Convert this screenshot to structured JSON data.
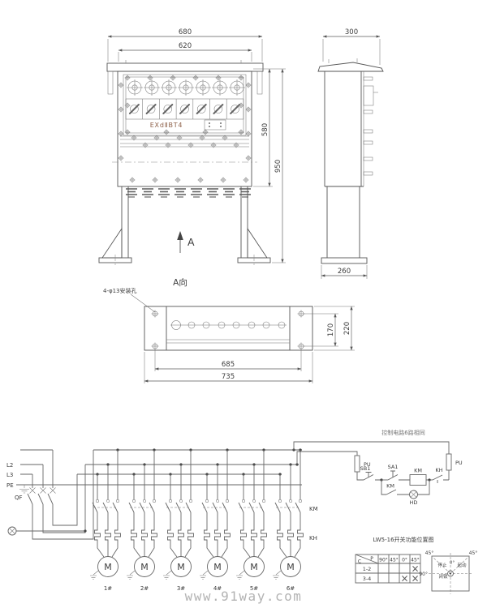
{
  "watermark": "www.91way.com",
  "front_view": {
    "dim_overall_width": "680",
    "dim_inner_width": "620",
    "dim_box_height": "580",
    "dim_overall_height": "950",
    "ex_marking": "EXdⅡBT4",
    "section_arrow": "A",
    "view_caption": "A向"
  },
  "side_view": {
    "dim_depth": "300",
    "dim_base": "260"
  },
  "bottom_view": {
    "hole_note": "4-φ13安装孔",
    "dim_hole_pitch_v": "170",
    "dim_height": "220",
    "dim_hole_pitch_h": "685",
    "dim_width": "735"
  },
  "schematic": {
    "bus_labels": {
      "l2": "L2",
      "l3": "L3",
      "pe": "PE"
    },
    "breaker_label": "QF",
    "contactor_row_label": "KM",
    "overload_row_label": "KH",
    "motor_letter": "M",
    "motors": [
      {
        "label": "1#"
      },
      {
        "label": "2#"
      },
      {
        "label": "3#"
      },
      {
        "label": "4#"
      },
      {
        "label": "5#"
      },
      {
        "label": "6#"
      }
    ],
    "control": {
      "title": "控制电路6路相同",
      "fuse_left": "PU",
      "fuse_right": "PU",
      "stop_button": "SB1",
      "selector": "SA1",
      "coil": "KM",
      "aux_contact": "KM",
      "overload_contact": "KH",
      "lamp": "HD"
    },
    "switch_table": {
      "title": "LW5-16开关功能位置图",
      "corner_top": "P",
      "corner_bottom": "C",
      "columns": [
        "90°",
        "45°",
        "0°",
        "45°"
      ],
      "rows": [
        {
          "label": "1-2",
          "marks": [
            "",
            "",
            "",
            "×"
          ]
        },
        {
          "label": "3-4",
          "marks": [
            "",
            "",
            "×",
            "×"
          ]
        }
      ]
    },
    "position_diagram": {
      "angle_top_left": "45°",
      "angle_top_right": "45°",
      "angle_left": "90°",
      "pos_stop": "停止",
      "pos_zero": "0°",
      "pos_start": "起动",
      "pos_lock": "闭锁"
    }
  }
}
